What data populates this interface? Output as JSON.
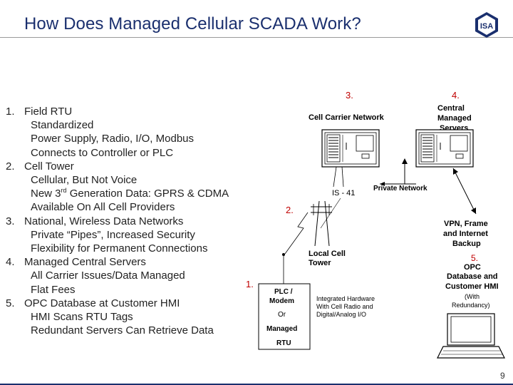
{
  "slide": {
    "title": "How Does Managed Cellular SCADA Work?",
    "logo_text": "ISA",
    "page_number": "9"
  },
  "list": [
    {
      "num": "1.",
      "label": "Field RTU",
      "subs": [
        "Standardized",
        "Power Supply, Radio, I/O, Modbus",
        "Connects to Controller or PLC"
      ]
    },
    {
      "num": "2.",
      "label": "Cell Tower",
      "subs": [
        "Cellular, But Not Voice",
        "New 3rd Generation Data: GPRS & CDMA",
        "Available On All Cell Providers"
      ]
    },
    {
      "num": "3.",
      "label": "National, Wireless Data Networks",
      "subs": [
        "Private “Pipes”, Increased Security",
        "Flexibility for Permanent Connections"
      ]
    },
    {
      "num": "4.",
      "label": "Managed Central Servers",
      "subs": [
        "All Carrier Issues/Data Managed",
        "Flat Fees"
      ]
    },
    {
      "num": "5.",
      "label": "OPC Database at Customer HMI",
      "subs": [
        "HMI Scans RTU Tags",
        "Redundant Servers Can Retrieve Data"
      ]
    }
  ],
  "list_sub_special": {
    "new3_prefix": "New 3",
    "new3_sup": "rd",
    "new3_suffix": " Generation Data: GPRS & CDMA"
  },
  "diagram": {
    "num_1": "1.",
    "num_2": "2.",
    "num_3": "3.",
    "num_4": "4.",
    "num_5": "5.",
    "cell_carrier_network": "Cell Carrier Network",
    "central_managed_servers": [
      "Central",
      "Managed",
      "Servers"
    ],
    "is41": "IS - 41",
    "private_network": "Private Network",
    "vpn": [
      "VPN, Frame",
      "and Internet",
      "Backup"
    ],
    "local_cell_tower": [
      "Local Cell",
      "Tower"
    ],
    "opc": [
      "OPC",
      "Database and",
      "Customer HMI"
    ],
    "with_redundancy": [
      "(With",
      "Redundancy)"
    ],
    "rtu_box": [
      "PLC /",
      "Modem",
      "Or",
      "Managed",
      "RTU"
    ],
    "integrated_hw": [
      "Integrated Hardware",
      "With Cell Radio and",
      "Digital/Analog I/O"
    ]
  },
  "colors": {
    "title": "#1a2f6e",
    "numbers": "#c00000"
  }
}
